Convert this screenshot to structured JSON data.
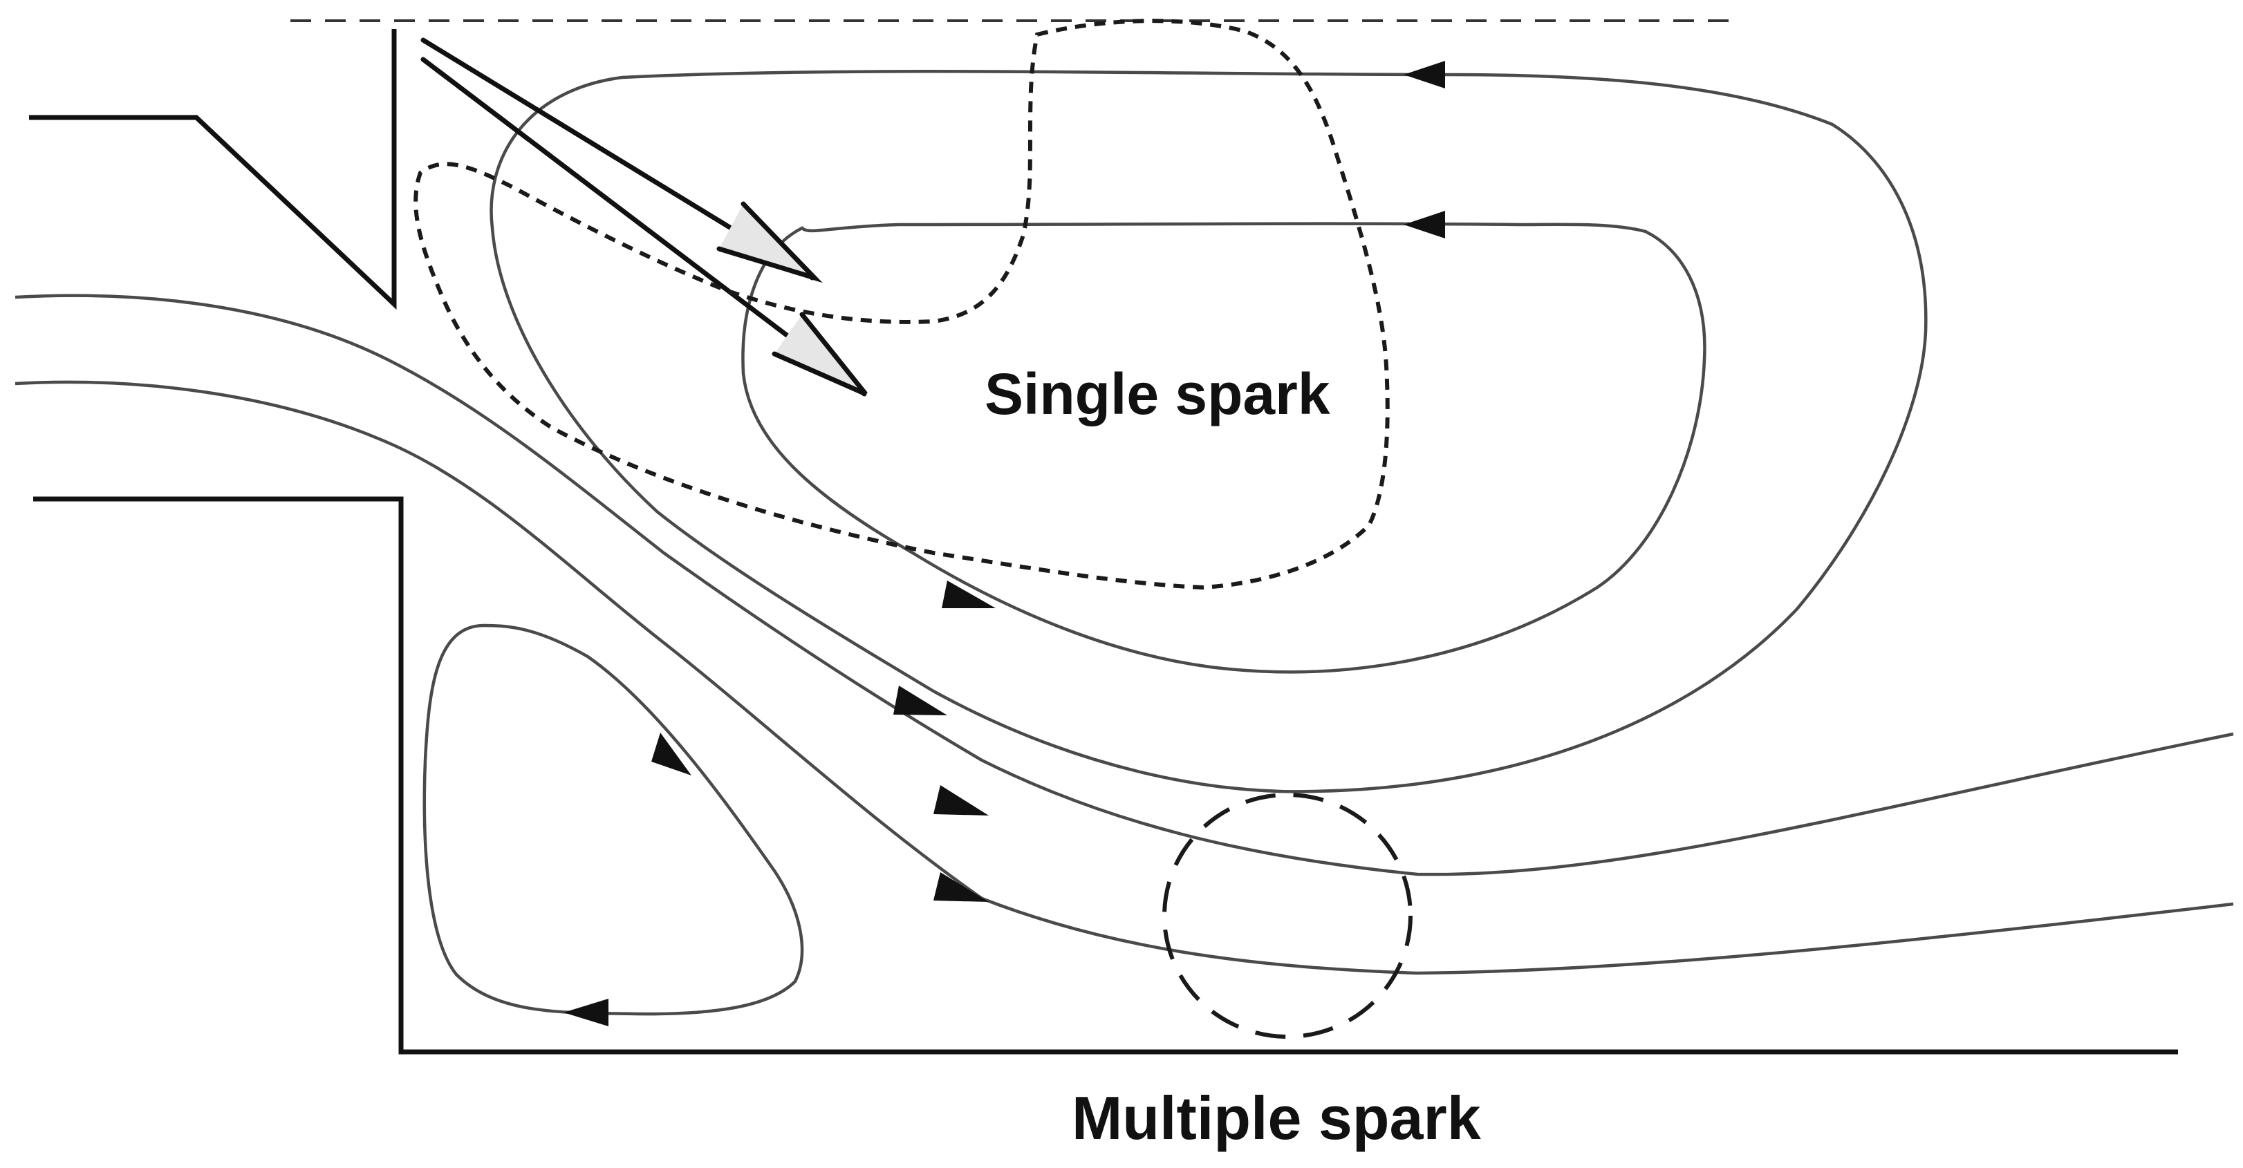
{
  "labels": {
    "single_spark": "Single spark",
    "multiple_spark": "Multiple spark"
  },
  "colors": {
    "background": "#ffffff",
    "wall": "#111111",
    "streamline": "#4a4a4a",
    "spark_region": "#1a1a1a"
  },
  "icons": {
    "flow_arrow": "filled-triangle-arrowhead",
    "injection_arrow": "open-chevron-arrowhead"
  }
}
